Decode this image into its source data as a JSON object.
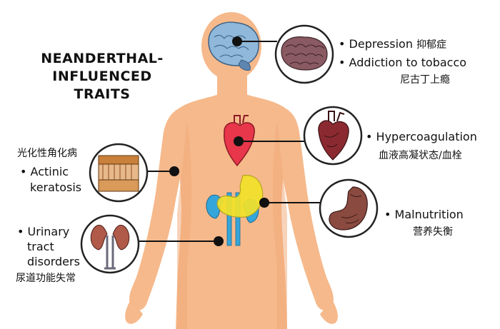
{
  "title": {
    "line1": "NEANDERTHAL-",
    "line2": "INFLUENCED",
    "line3": "TRAITS"
  },
  "colors": {
    "skin": "#F6B98B",
    "skin_shadow": "#EFA775",
    "brain": "#8FB8DA",
    "heart": "#E8364A",
    "stomach": "#F2E229",
    "kidney": "#35A6DA",
    "connector": "#111111",
    "circle_border": "#222222"
  },
  "traits": [
    {
      "id": "depression",
      "en": [
        "Depression",
        "Addiction to tobacco"
      ],
      "zh": [
        "抑郁症",
        "尼古丁上瘾"
      ],
      "icon": "brain-icon"
    },
    {
      "id": "hypercoagulation",
      "en": [
        "Hypercoagulation"
      ],
      "zh": [
        "血液高凝状态/血栓"
      ],
      "icon": "heart-icon"
    },
    {
      "id": "keratosis",
      "en": [
        "Actinic",
        "keratosis"
      ],
      "zh": [
        "光化性角化病"
      ],
      "icon": "skin-tissue-icon"
    },
    {
      "id": "malnutrition",
      "en": [
        "Malnutrition"
      ],
      "zh": [
        "营养失衡"
      ],
      "icon": "stomach-icon"
    },
    {
      "id": "urinary",
      "en": [
        "Urinary",
        "tract",
        "disorders"
      ],
      "zh": [
        "尿道功能失常"
      ],
      "icon": "kidney-icon"
    }
  ]
}
